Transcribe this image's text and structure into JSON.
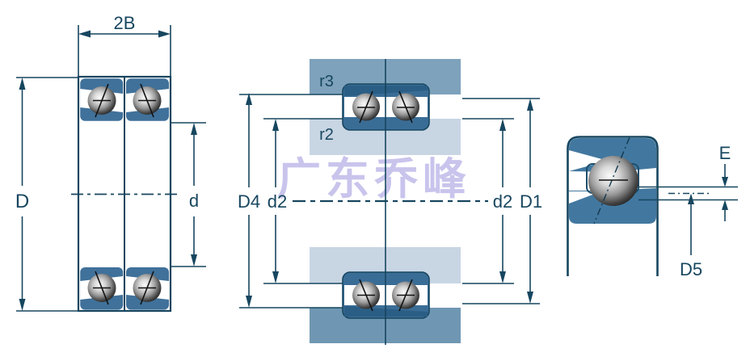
{
  "watermark": {
    "text": "广东乔峰",
    "color": "#C9C4EC"
  },
  "palette": {
    "line_and_text": "#17465F",
    "bearing_ring_blue": "#3A6D96",
    "bearing_ring_dark": "#2B5E85",
    "housing_block_top": "#7EA2BC",
    "housing_block_bottom": "#6F97B3",
    "shaft_block_light": "#C8D5E3",
    "side_ring_blue": "#4278A0",
    "watermark_lavender": "#C9C4EC"
  },
  "views": {
    "front": {
      "description": "double-row bearing front cross-section",
      "labels": {
        "width": "2B",
        "outer_diameter": "D",
        "bore_diameter": "d"
      }
    },
    "mounting": {
      "description": "mounting dimensions cross-section",
      "labels": {
        "fillet_r3": "r3",
        "fillet_r2": "r2",
        "shoulder_d4": "D4",
        "abutment_d2_left": "d2",
        "abutment_d2_right": "d2",
        "shoulder_d1": "D1"
      }
    },
    "side": {
      "description": "single-row side section view",
      "labels": {
        "flush_height_e": "E",
        "land_diameter_d5": "D5"
      }
    }
  }
}
